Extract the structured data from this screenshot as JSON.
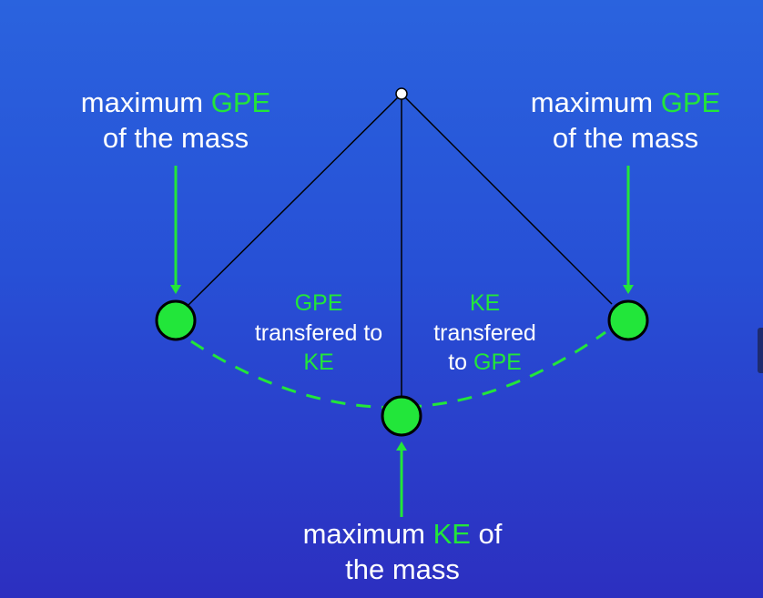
{
  "colors": {
    "highlight": "#22e63a",
    "text": "#ffffff",
    "string": "#000000"
  },
  "left_label": {
    "pre": "maximum ",
    "highlight": "GPE",
    "line2": "of the mass"
  },
  "right_label": {
    "pre": "maximum ",
    "highlight": "GPE",
    "line2": "of the mass"
  },
  "bottom_label": {
    "pre": "maximum ",
    "highlight": "KE",
    "post": " of",
    "line2": "the mass"
  },
  "mid_left": {
    "line1": "GPE",
    "line2": "transfered to",
    "line3": "KE"
  },
  "mid_right": {
    "line1": "KE",
    "line2": "transfered",
    "line3_pre": "to ",
    "line3_highlight": "GPE"
  }
}
